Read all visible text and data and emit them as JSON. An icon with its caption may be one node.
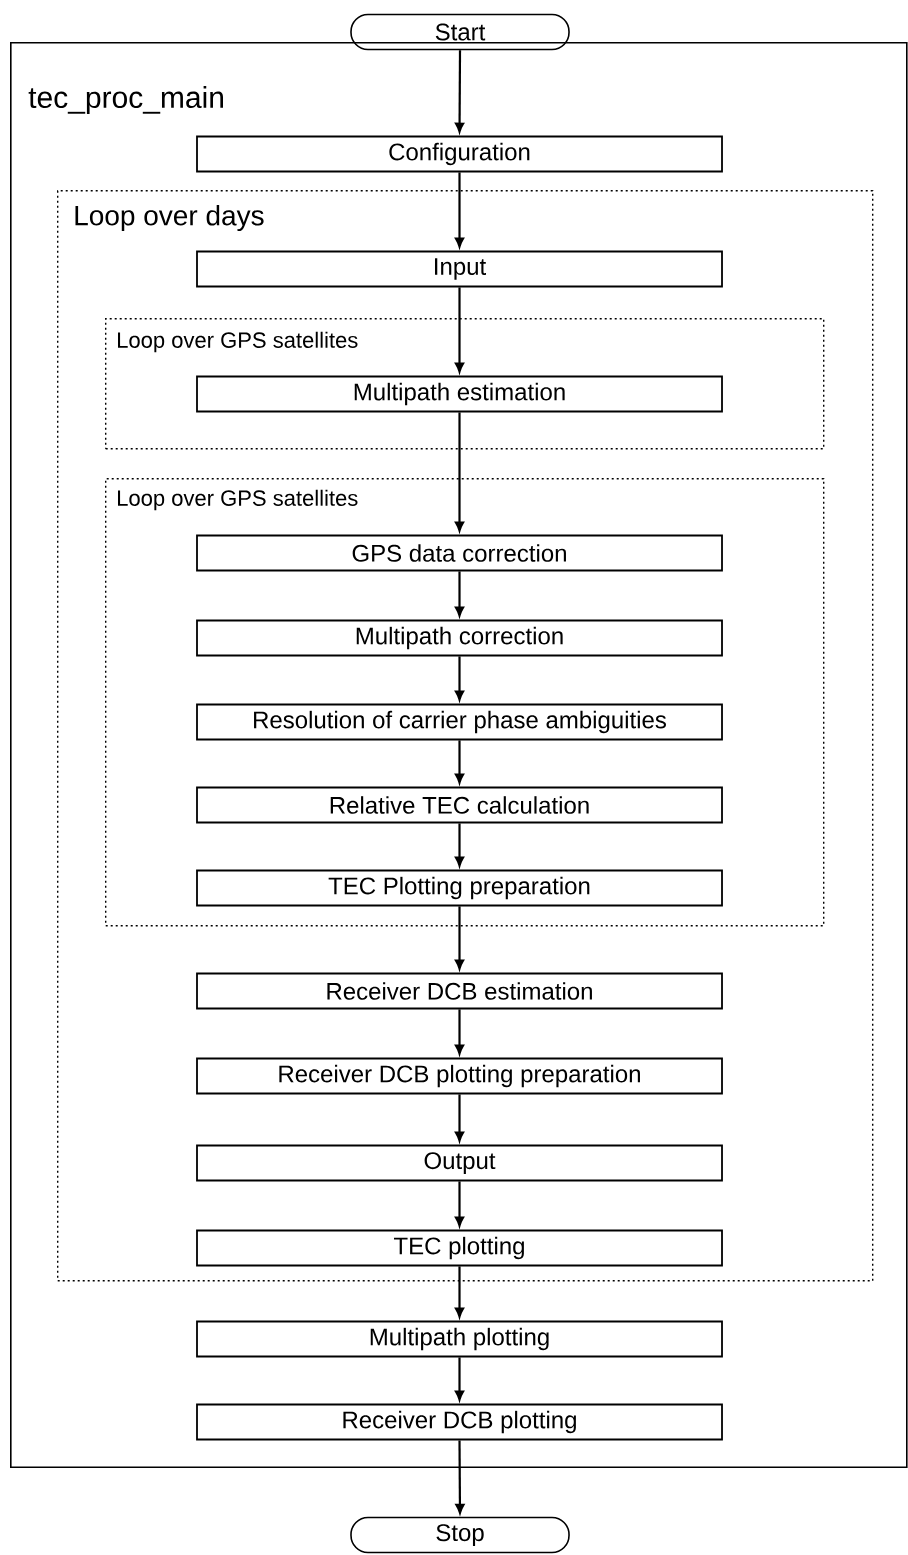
{
  "diagram": {
    "nodes": [
      {
        "text": [
          "Start"
        ]
      },
      {
        "text": [
          "tec_proc_main"
        ]
      },
      {
        "text": [
          "Configuration"
        ],
        "in": 1
      },
      {
        "text": [
          "Loop over days"
        ],
        "in": 1
      },
      {
        "text": [
          "Input"
        ],
        "in": 3
      },
      {
        "text": [
          "Loop over GPS satellites"
        ],
        "in": 3
      },
      {
        "text": [
          "Multipath estimation"
        ],
        "in": 5
      },
      {
        "text": [
          "Loop over GPS satellites"
        ],
        "in": 3
      },
      {
        "text": [
          "GPS data correction"
        ],
        "in": 7
      },
      {
        "text": [
          "Multipath correction"
        ],
        "in": 7
      },
      {
        "text": [
          "Resolution of carrier phase ambiguities"
        ],
        "in": 7
      },
      {
        "text": [
          "Relative TEC calculation"
        ],
        "in": 7
      },
      {
        "text": [
          "TEC Plotting preparation"
        ],
        "in": 7
      },
      {
        "text": [
          "Receiver DCB estimation"
        ],
        "in": 3
      },
      {
        "text": [
          "Receiver DCB plotting preparation"
        ],
        "in": 3
      },
      {
        "text": [
          "Output"
        ],
        "in": 3
      },
      {
        "text": [
          "TEC plotting"
        ],
        "in": 3
      },
      {
        "text": [
          "Multipath plotting"
        ],
        "in": 1
      },
      {
        "text": [
          "Receiver DCB plotting"
        ],
        "in": 1
      },
      {
        "text": [
          "Stop"
        ]
      }
    ],
    "edges": [
      {
        "from": 0,
        "to": 2,
        "arrow": "to"
      },
      {
        "from": 2,
        "to": 4,
        "arrow": "to"
      },
      {
        "from": 4,
        "to": 6,
        "arrow": "to"
      },
      {
        "from": 6,
        "to": 8,
        "arrow": "to"
      },
      {
        "from": 8,
        "to": 9,
        "arrow": "to"
      },
      {
        "from": 9,
        "to": 10,
        "arrow": "to"
      },
      {
        "from": 10,
        "to": 11,
        "arrow": "to"
      },
      {
        "from": 11,
        "to": 12,
        "arrow": "to"
      },
      {
        "from": 12,
        "to": 13,
        "arrow": "to"
      },
      {
        "from": 13,
        "to": 14,
        "arrow": "to"
      },
      {
        "from": 14,
        "to": 15,
        "arrow": "to"
      },
      {
        "from": 15,
        "to": 16,
        "arrow": "to"
      },
      {
        "from": 16,
        "to": 17,
        "arrow": "to"
      },
      {
        "from": 17,
        "to": 18,
        "arrow": "to"
      },
      {
        "from": 18,
        "to": 19,
        "arrow": "to"
      }
    ]
  }
}
